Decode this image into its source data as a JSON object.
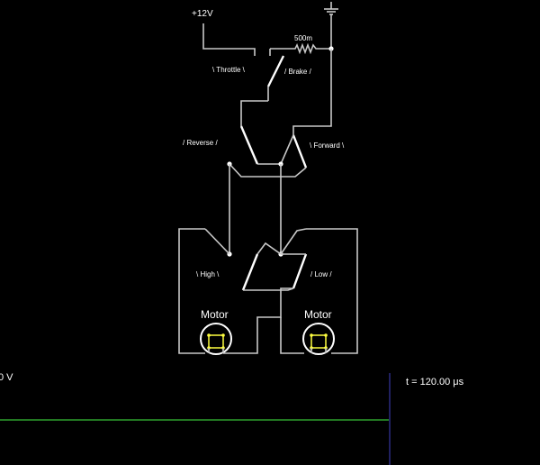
{
  "circuit": {
    "supply_label": "+12V",
    "resistor_label": "500m",
    "switches": {
      "throttle": "\\ Throttle \\",
      "brake": "/ Brake /",
      "reverse": "/ Reverse /",
      "forward": "\\ Forward \\",
      "high": "\\ High \\",
      "low": "/ Low /"
    },
    "motors": {
      "left": "Motor",
      "right": "Motor"
    }
  },
  "scope": {
    "voltage_readout": "0 V",
    "time_readout": "t = 120.00 μs"
  },
  "colors": {
    "background": "#000000",
    "wire": "#c8c8c8",
    "trace": "#2ea02e",
    "divider": "#4040c0",
    "motor_terminal": "#ffff40"
  }
}
